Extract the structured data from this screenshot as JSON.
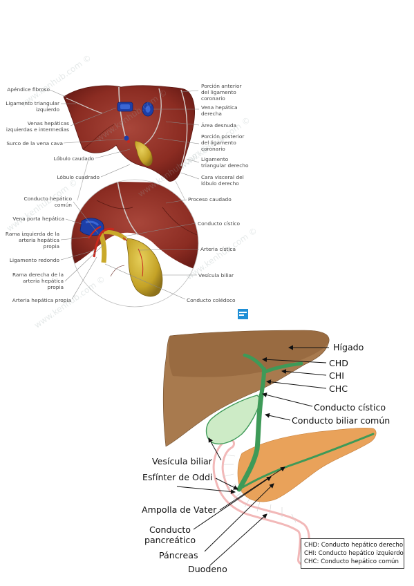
{
  "top_labels_left": [
    "Apéndice fibroso",
    "Ligamento triangular\nizquierdo",
    "Venas hepáticas\nizquierdas e intermedias",
    "Surco de la vena cava",
    "Lóbulo caudado",
    "Lóbulo cuadrado"
  ],
  "top_labels_right": [
    "Porción anterior\ndel ligamento\ncoronario",
    "Vena hepática\nderecha",
    "Área desnuda",
    "Porción posterior\ndel ligamento\ncoronario",
    "Ligamento\ntriangular derecho",
    "Cara visceral del\nlóbulo derecho"
  ],
  "mid_labels_left": [
    "Conducto hepático\ncomún",
    "Vena porta hepática",
    "Rama izquierda de la\narteria hepática\npropia",
    "Ligamento redondo",
    "Rama derecha de la\narteria hepática\npropia",
    "Arteria hepática propia"
  ],
  "mid_labels_right": [
    "Proceso caudado",
    "Conducto cístico",
    "Arteria cística",
    "Vesícula biliar",
    "Conducto colédoco"
  ],
  "watermark": "www.kenhub.com ©",
  "bottom_labels_right": [
    "Hígado",
    "CHD",
    "CHI",
    "CHC",
    "Conducto cístico",
    "Conducto biliar común"
  ],
  "bottom_labels_left": [
    "Vesícula biliar",
    "Esfínter de Oddi",
    "Ampolla de Vater",
    "Conducto\npancreático",
    "Páncreas",
    "Duodeno"
  ],
  "legend": [
    "CHD: Conducto hepático derecho",
    "CHI: Conducto hepático izquierdo",
    "CHC: Conducto hepático común"
  ],
  "colors": {
    "liver_tissue": "#8e2f25",
    "vein_blue": "#1d3fa8",
    "gallbladder": "#c9a92a",
    "artery_red": "#c8281e",
    "schematic_liver": "#a87a4e",
    "schematic_pancreas": "#e9a25a",
    "duct_green": "#3e9a58",
    "gallbladder_green": "#cdebc6",
    "duodenum_pink": "#f2b8b8"
  }
}
